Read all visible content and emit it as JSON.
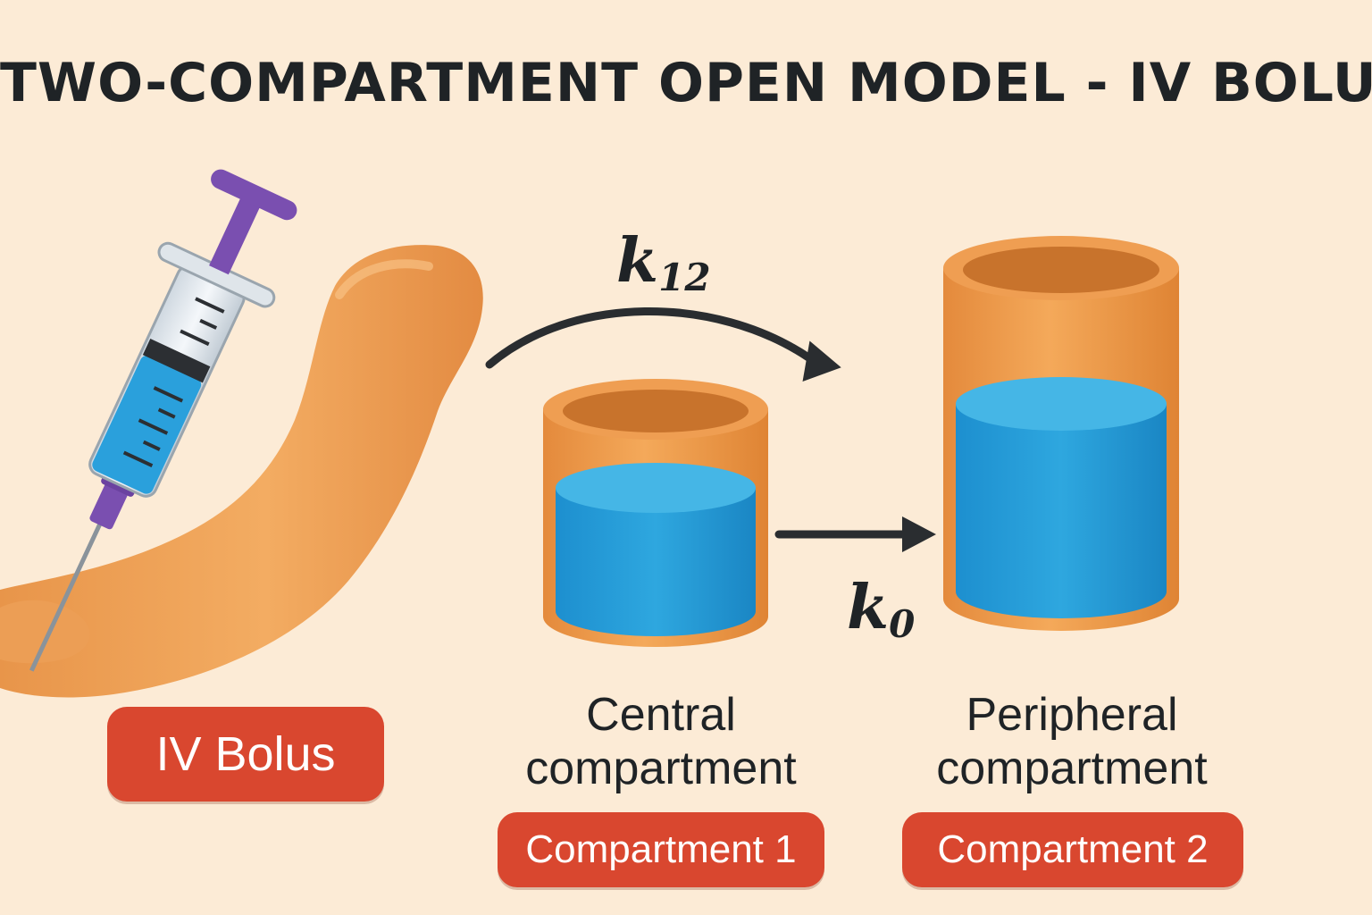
{
  "title": "TWO-COMPARTMENT OPEN MODEL - IV BOLUS",
  "rates": {
    "k12": {
      "symbol": "k",
      "subscript": "12"
    },
    "k0": {
      "symbol": "k",
      "subscript": "0"
    }
  },
  "administration": {
    "label": "IV Bolus"
  },
  "compartments": [
    {
      "name_line1": "Central",
      "name_line2": "compartment",
      "badge": "Compartment 1"
    },
    {
      "name_line1": "Peripheral",
      "name_line2": "compartment",
      "badge": "Compartment 2"
    }
  ],
  "colors": {
    "background": "#fcebd6",
    "accent_badge": "#d9472f",
    "container": "#f0a050",
    "fluid": "#28a0d8",
    "text": "#1f2326",
    "syringe_plunger": "#7a4fb0"
  },
  "icons": [
    "syringe-icon",
    "arm-illustration",
    "arrow-icon"
  ]
}
